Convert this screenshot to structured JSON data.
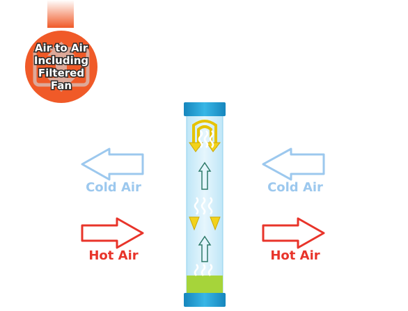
{
  "badge": {
    "lines": [
      "Air to Air",
      "Including",
      "Filtered",
      "Fan"
    ],
    "color": "#f05a28",
    "icon": "fan-icon"
  },
  "labels": {
    "cold_left": "Cold Air",
    "cold_right": "Cold Air",
    "hot_left": "Hot Air",
    "hot_right": "Hot Air"
  },
  "colors": {
    "cold": "#9cc8ee",
    "hot": "#e8342a",
    "cap": "#1fa3d8",
    "base": "#a6d43a",
    "flow_arrow": "#f2d21b"
  },
  "icons": {
    "cold_arrow": "arrow-left-icon",
    "hot_arrow": "arrow-right-icon",
    "exchanger": "heat-exchanger-tube-icon"
  }
}
